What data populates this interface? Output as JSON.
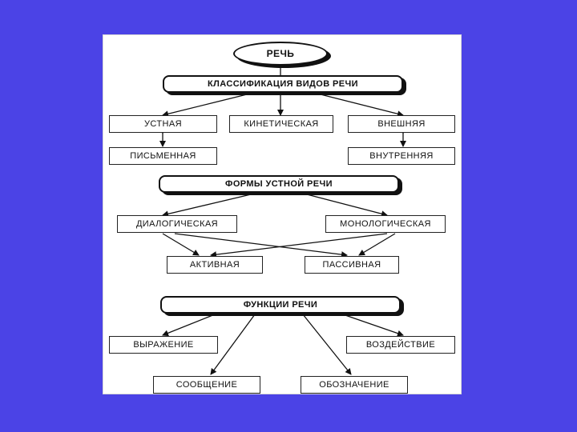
{
  "diagram": {
    "root": "РЕЧЬ",
    "classification_header": "КЛАССИФИКАЦИЯ ВИДОВ РЕЧИ",
    "types": {
      "oral": "УСТНАЯ",
      "kinetic": "КИНЕТИЧЕСКАЯ",
      "external": "ВНЕШНЯЯ",
      "written": "ПИСЬМЕННАЯ",
      "internal": "ВНУТРЕННЯЯ"
    },
    "forms_header": "ФОРМЫ УСТНОЙ РЕЧИ",
    "forms": {
      "dialogic": "ДИАЛОГИЧЕСКАЯ",
      "monologic": "МОНОЛОГИЧЕСКАЯ",
      "active": "АКТИВНАЯ",
      "passive": "ПАССИВНАЯ"
    },
    "functions_header": "ФУНКЦИИ РЕЧИ",
    "functions": {
      "expression": "ВЫРАЖЕНИЕ",
      "influence": "ВОЗДЕЙСТВИЕ",
      "message": "СООБЩЕНИЕ",
      "designation": "ОБОЗНАЧЕНИЕ"
    }
  },
  "colors": {
    "background": "#4b43e6",
    "panel": "#ffffff",
    "ink": "#111111"
  }
}
